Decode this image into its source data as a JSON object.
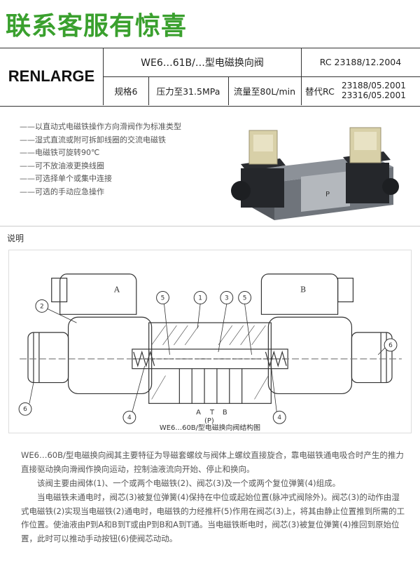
{
  "banner": {
    "text": "联系客服有惊喜"
  },
  "header": {
    "brand": "RENLARGE",
    "title": "WE6…61B/…型电磁换向阀",
    "standard": "RC 23188/12.2004",
    "spec_size": "规格6",
    "spec_pressure": "压力至31.5MPa",
    "spec_flow": "流量至80L/min",
    "replace_label": "替代RC",
    "replace_1": "23188/05.2001",
    "replace_2": "23316/05.2001"
  },
  "features": [
    "——以直动式电磁铁操作方向滑阀作为标准类型",
    "——湿式直流或附可拆卸线圈的交流电磁铁",
    "——电磁铁可旋转90℃",
    "——可不放油液更换线圈",
    "——可选择单个或集中连接",
    "——可选的手动应急操作"
  ],
  "section": {
    "label": "说明"
  },
  "diagram": {
    "caption": "WE6…60B/型电磁换向阀结构图",
    "label_a": "A",
    "label_b": "B",
    "ports": {
      "a": "A",
      "t": "T",
      "b": "B",
      "p": "(P)"
    },
    "callouts": [
      "1",
      "2",
      "3",
      "4",
      "5",
      "6"
    ]
  },
  "paragraphs": [
    "WE6…60B/型电磁换向阀其主要特征为导磁套螺纹与阀体上螺纹直接旋合，靠电磁铁通电吸合时产生的推力直接驱动换向滑阀作换向运动，控制油液流向开始、停止和换向。",
    "该阀主要由阀体(1)、一个或两个电磁铁(2)、阀芯(3)及一个或两个复位弹簧(4)组成。",
    "当电磁铁未通电时，阀芯(3)被复位弹簧(4)保持在中位或起始位置(脉冲式阀除外)。阀芯(3)的动作由湿式电磁铁(2)实现当电磁铁(2)通电时，电磁铁的力经推杆(5)作用在阀芯(3)上，将其由静止位置推到所需的工作位置。使油液由P到A和B到T或由P到B和A到T通。当电磁铁断电时，阀芯(3)被复位弹簧(4)推回到原始位置，此时可以推动手动按钮(6)使阀芯动动。"
  ]
}
